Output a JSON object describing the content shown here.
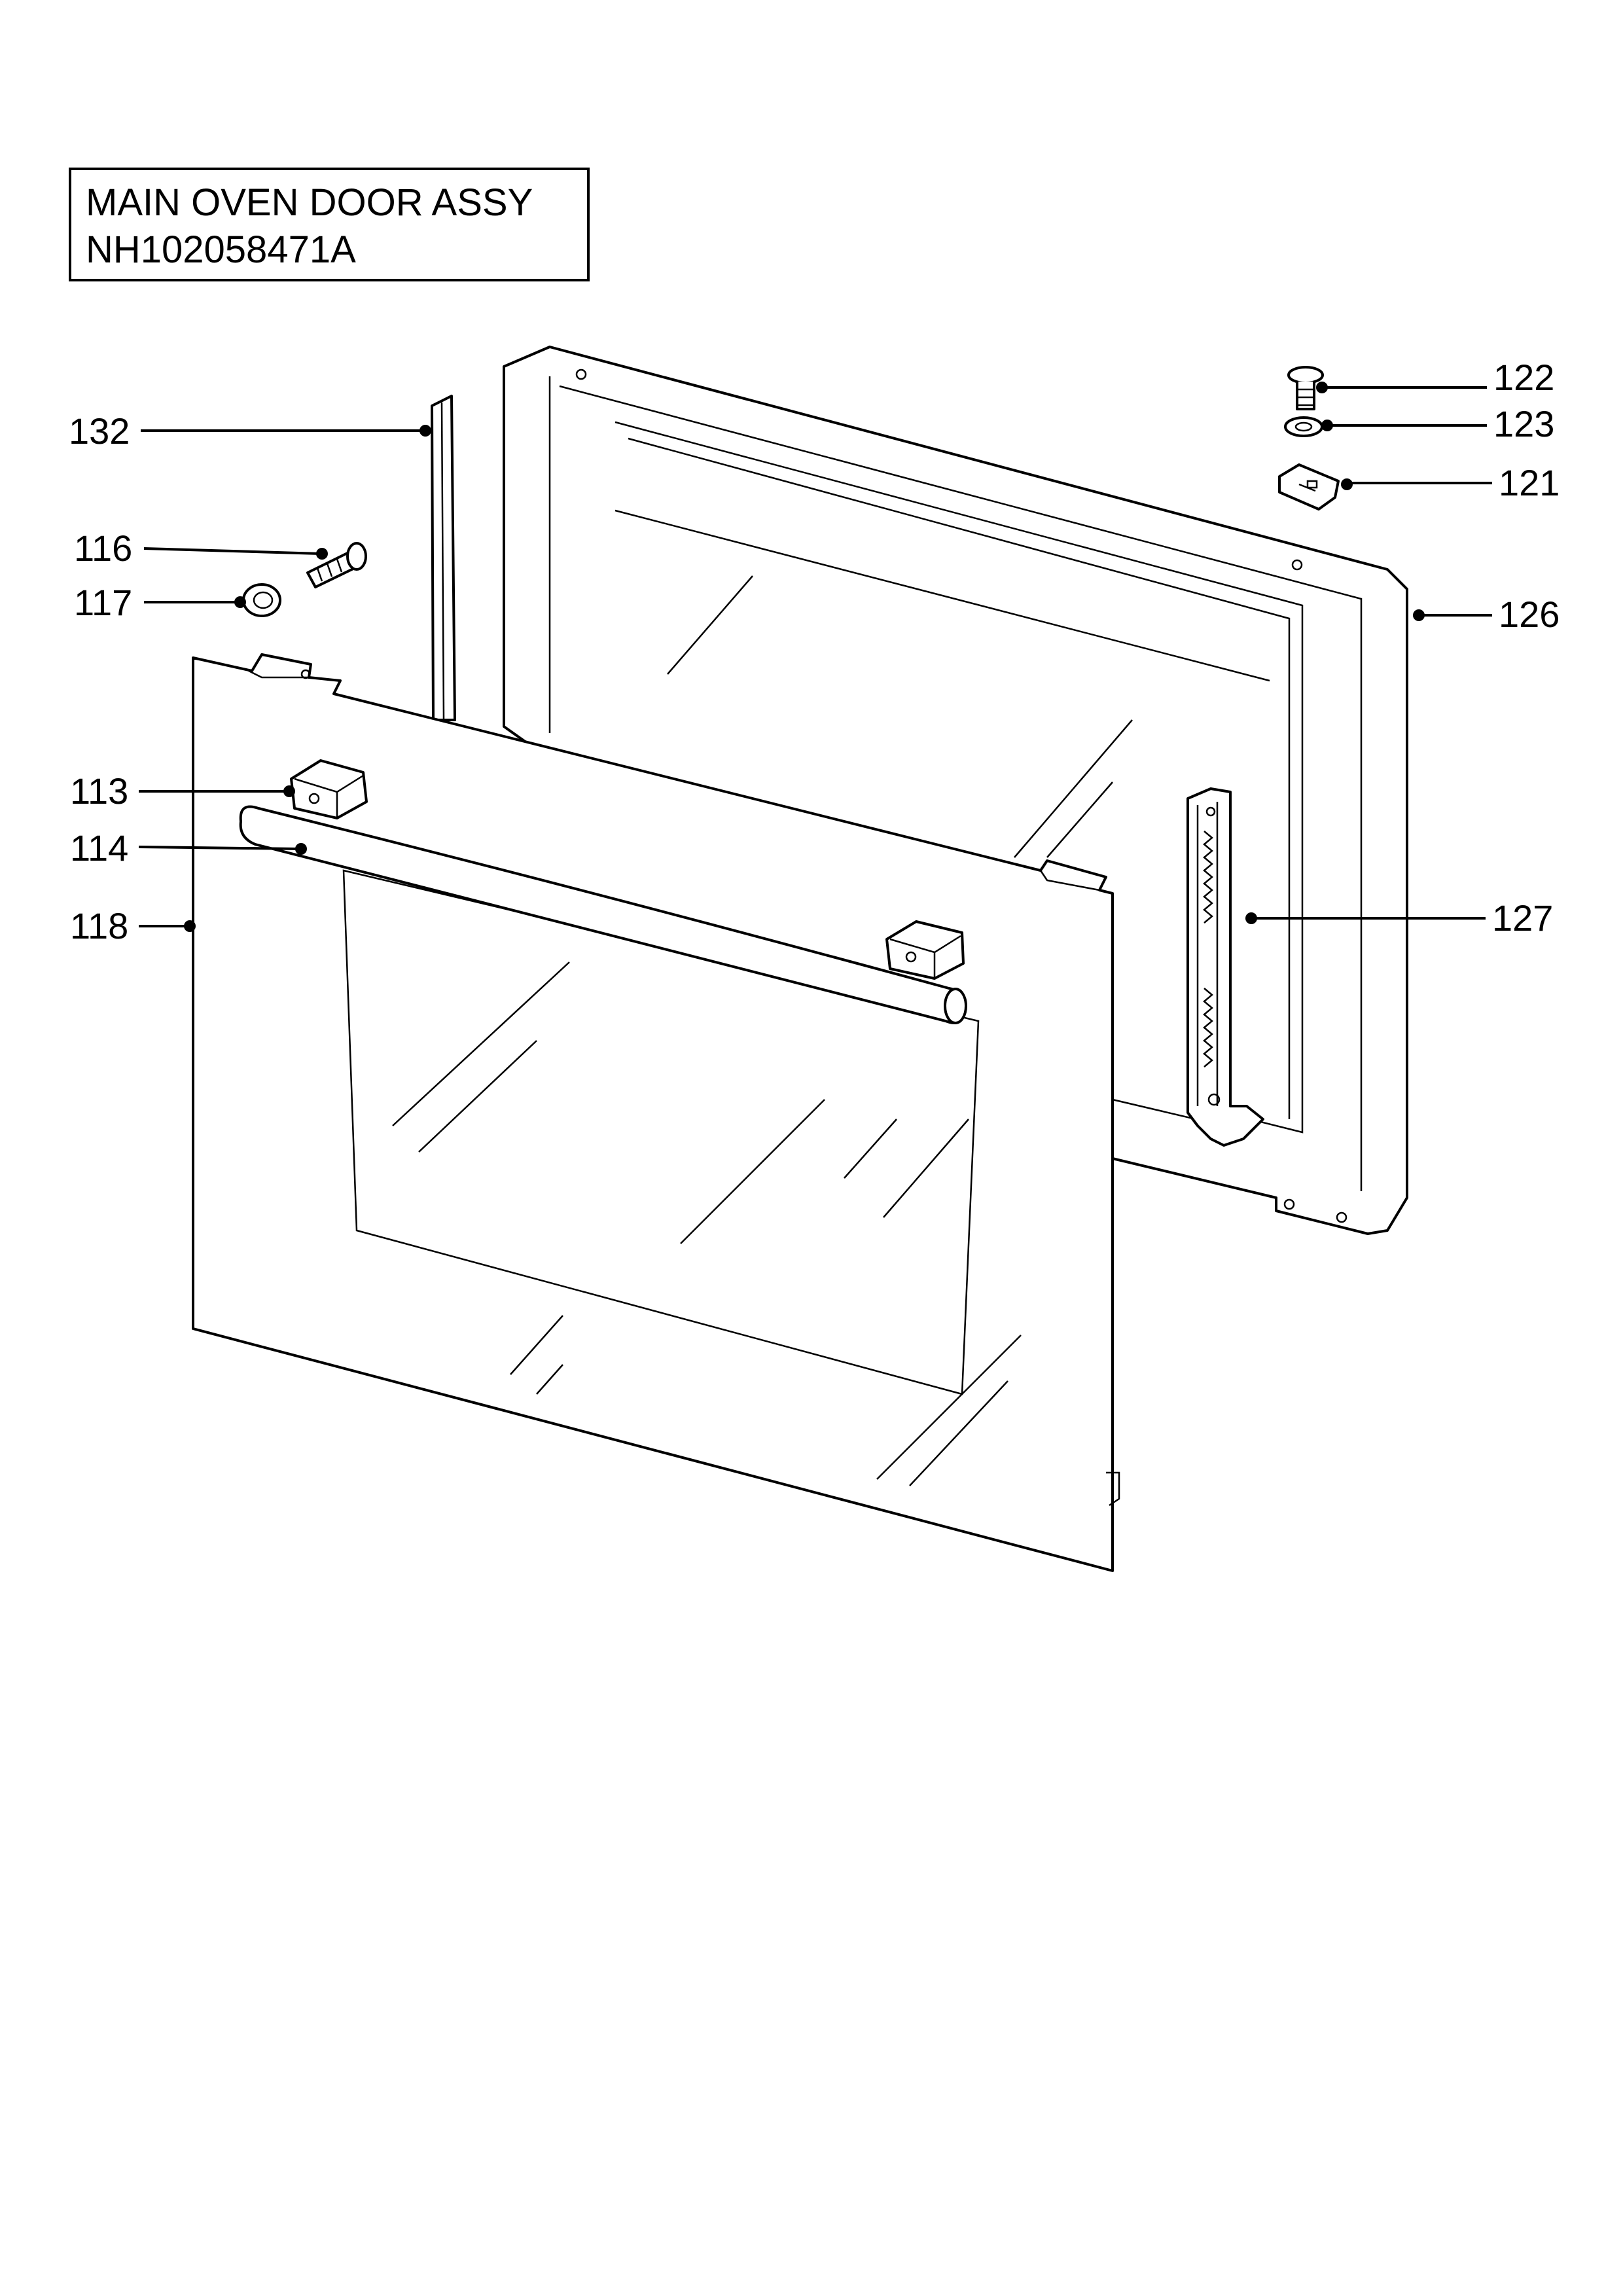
{
  "title": {
    "line1": "MAIN OVEN DOOR ASSY",
    "line2": "NH102058471A"
  },
  "callouts": {
    "c132": "132",
    "c116": "116",
    "c117": "117",
    "c113": "113",
    "c114": "114",
    "c118": "118",
    "c122": "122",
    "c123": "123",
    "c121": "121",
    "c126": "126",
    "c127": "127"
  }
}
